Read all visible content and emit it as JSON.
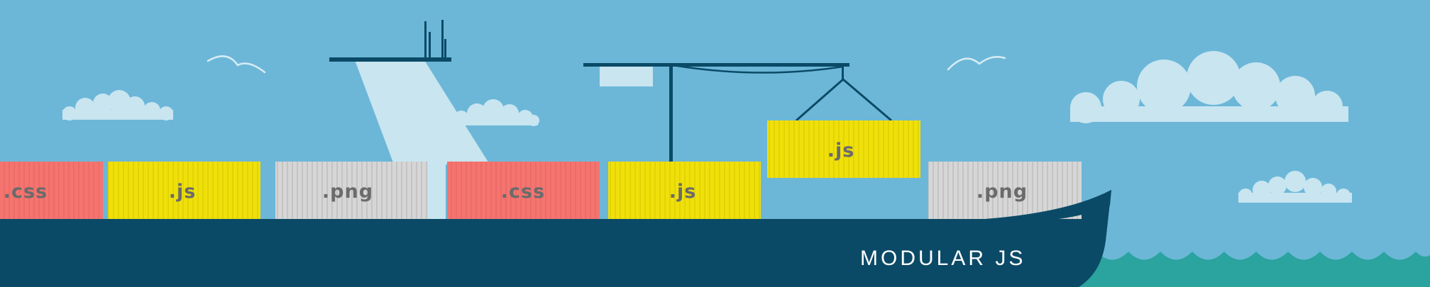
{
  "ship": {
    "name": "MODULAR JS"
  },
  "containers": [
    {
      "label": ".css",
      "kind": "css"
    },
    {
      "label": ".js",
      "kind": "js"
    },
    {
      "label": ".png",
      "kind": "png"
    },
    {
      "label": ".css",
      "kind": "css"
    },
    {
      "label": ".js",
      "kind": "js"
    },
    {
      "label": ".js",
      "kind": "js"
    },
    {
      "label": ".png",
      "kind": "png"
    }
  ],
  "colors": {
    "sky": "#6cb7d8",
    "sea": "#2ba39f",
    "hull": "#0b4a66",
    "cloud": "#c8e5f0",
    "crane": "#0b4a66",
    "css_container": "#f47570",
    "js_container": "#f0e00a",
    "png_container": "#d3d3d3",
    "label_text": "#6b6b6b",
    "ship_name_text": "#ffffff"
  }
}
